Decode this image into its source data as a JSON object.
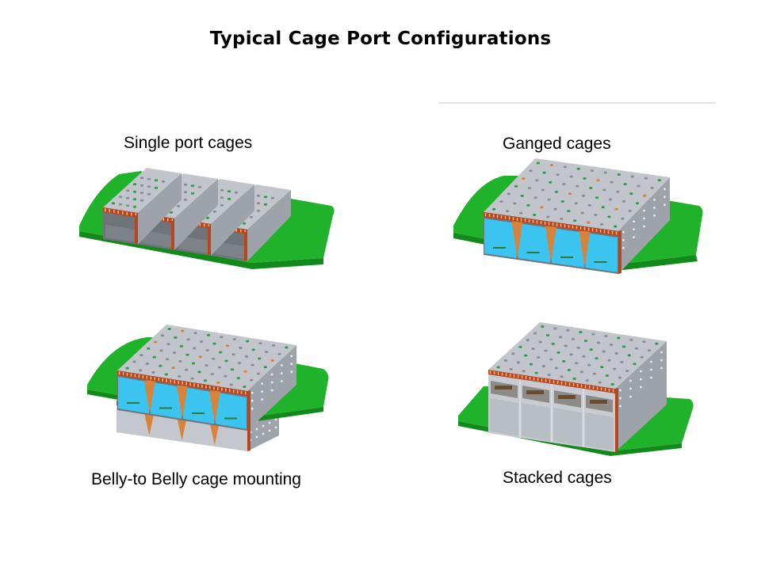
{
  "slide": {
    "title": "Typical Cage Port Configurations"
  },
  "figures": [
    {
      "id": "single",
      "caption": "Single port cages",
      "port_count": 4
    },
    {
      "id": "ganged",
      "caption": "Ganged cages",
      "port_count": 4
    },
    {
      "id": "belly",
      "caption": "Belly-to Belly cage mounting",
      "port_count": 4
    },
    {
      "id": "stacked",
      "caption": "Stacked cages",
      "port_count": 4
    }
  ],
  "colors": {
    "pcb": "#1fb22a",
    "pcb_dark": "#128a1b",
    "cage_top": "#c2c6cc",
    "cage_side": "#9ea3aa",
    "cage_inside": "#6f737a",
    "copper": "#b8461c",
    "copper_light": "#f0b08a",
    "connector_blue": "#3cc4f0",
    "orange": "#d7833a",
    "hole_green": "#2f9e4a",
    "hole_gray": "#8a8f96"
  }
}
